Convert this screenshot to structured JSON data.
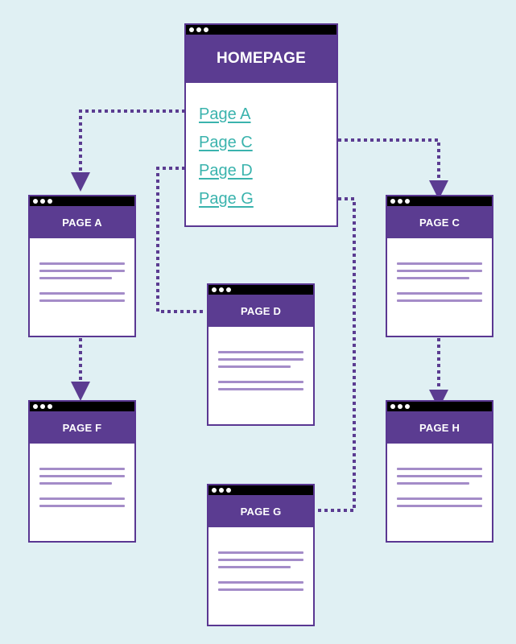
{
  "homepage": {
    "title": "HOMEPAGE",
    "links": [
      "Page A",
      "Page C",
      "Page D",
      "Page G"
    ]
  },
  "pages": {
    "a": "PAGE A",
    "c": "PAGE C",
    "d": "PAGE D",
    "f": "PAGE F",
    "g": "PAGE G",
    "h": "PAGE H"
  },
  "colors": {
    "background": "#e0f0f3",
    "header": "#5b3c91",
    "link": "#3ab3ad",
    "connector": "#5b3c91",
    "text_line": "#a48cc8"
  }
}
